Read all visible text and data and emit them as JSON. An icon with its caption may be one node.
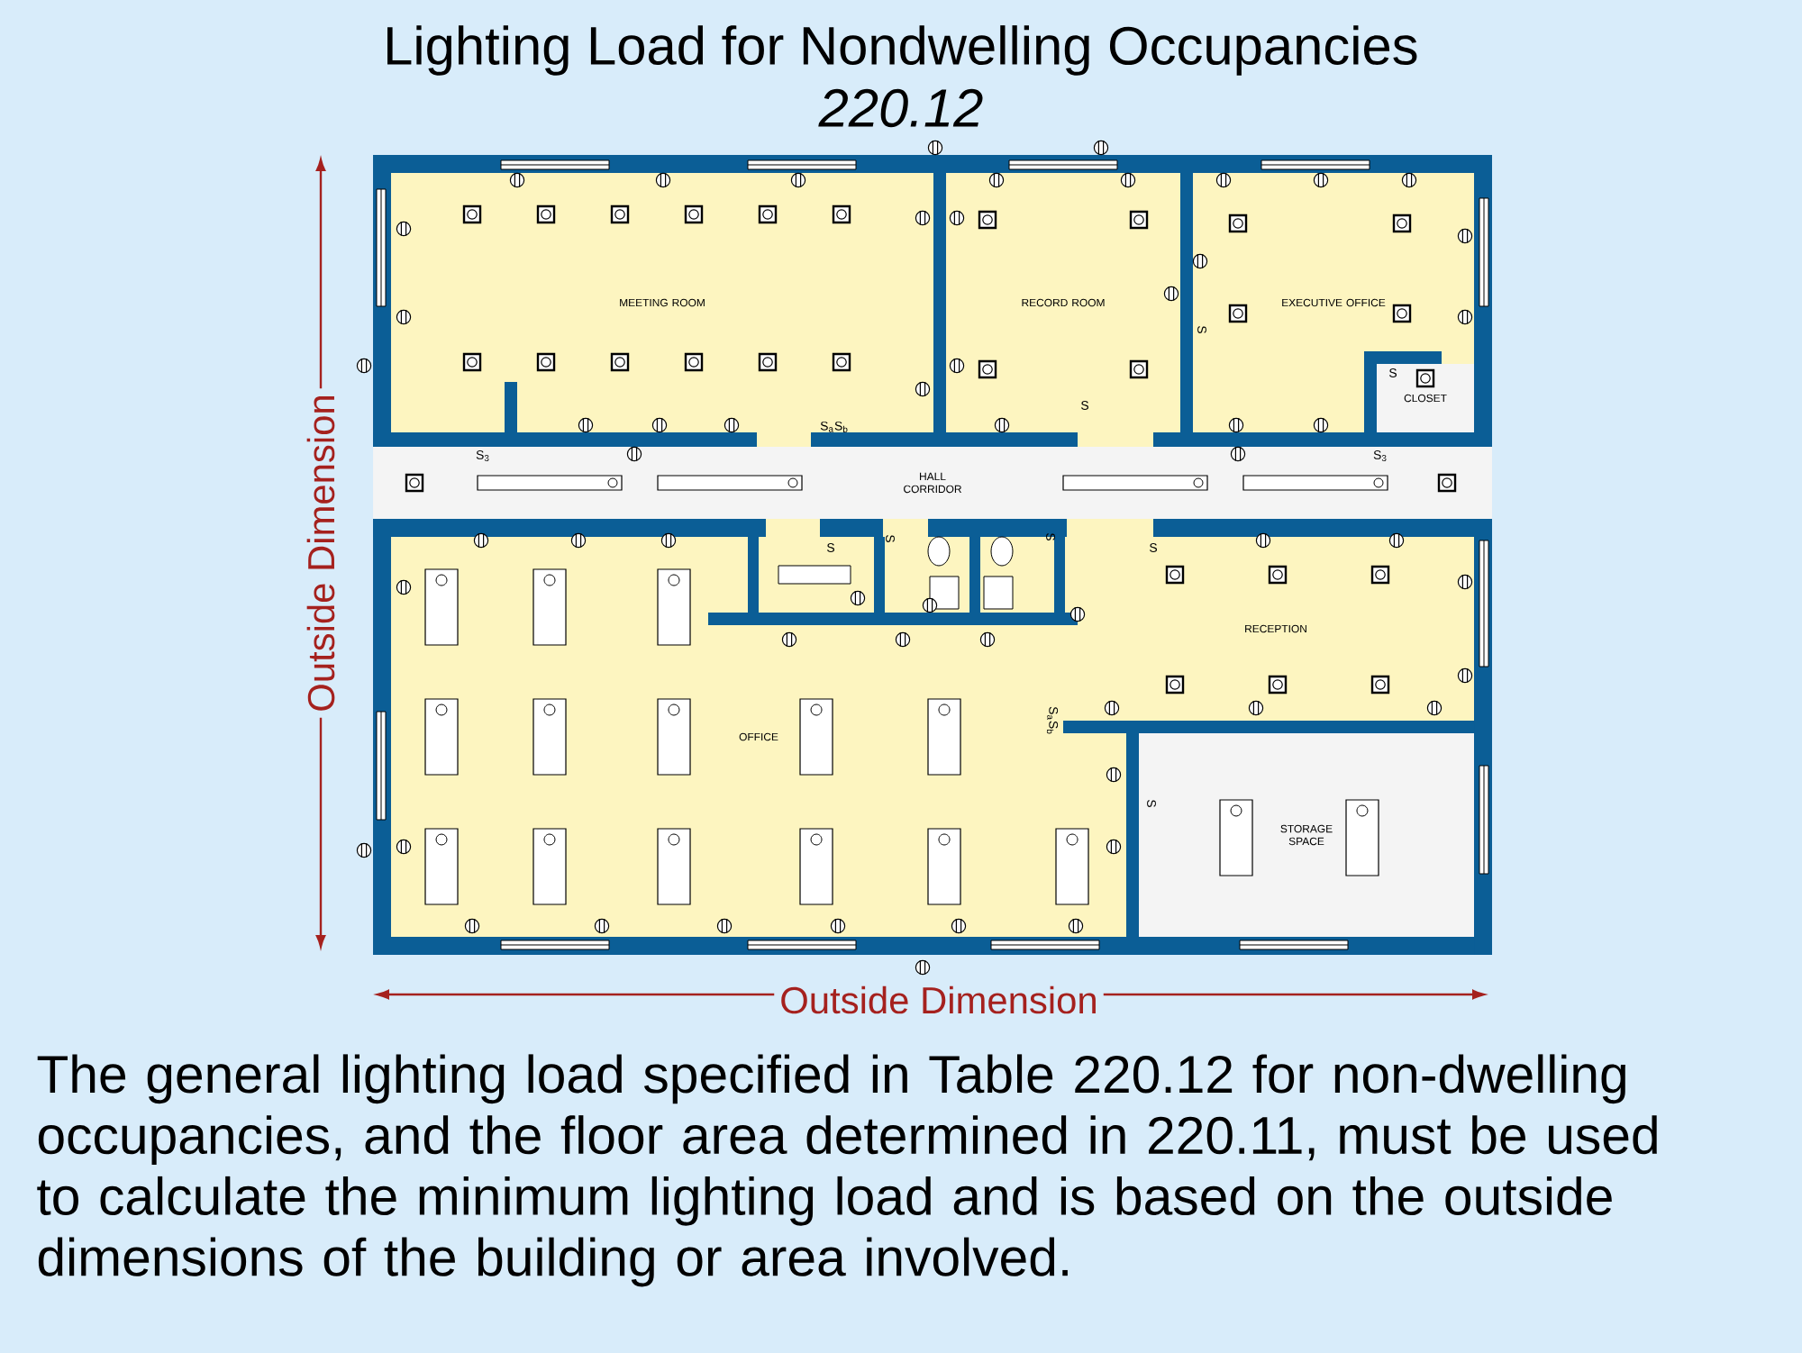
{
  "diagram": {
    "title": "Lighting Load for Nondwelling Occupancies",
    "caption": "The general lighting load specified in Table 220.12 for non-dwelling occupancies, and the floor area determined in 220.11, must be used to calculate the minimum lighting load and is based on the outside dimensions of the building or area involved.",
    "nodes": [
      {
        "text": [
          "MEETING ROOM"
        ]
      },
      {
        "text": [
          "RECORD ROOM"
        ]
      },
      {
        "text": [
          "EXECUTIVE OFFICE"
        ]
      },
      {
        "text": [
          "CLOSET"
        ],
        "in": 2
      },
      {
        "text": [
          "HALL CORRIDOR"
        ]
      },
      {
        "text": [
          "OFFICE"
        ]
      },
      {
        "text": [
          "RECEPTION"
        ]
      },
      {
        "text": [
          "STORAGE SPACE"
        ]
      }
    ],
    "labels": [
      "220.12",
      "Outside Dimension",
      "S$_{a}$S$_{b}$",
      "S",
      "S",
      "S",
      "S$_{3}$",
      "S$_{3}$",
      "S",
      "S",
      "S",
      "S",
      "S$_{a}$S$_{b}$",
      "S",
      "Outside Dimension"
    ]
  }
}
